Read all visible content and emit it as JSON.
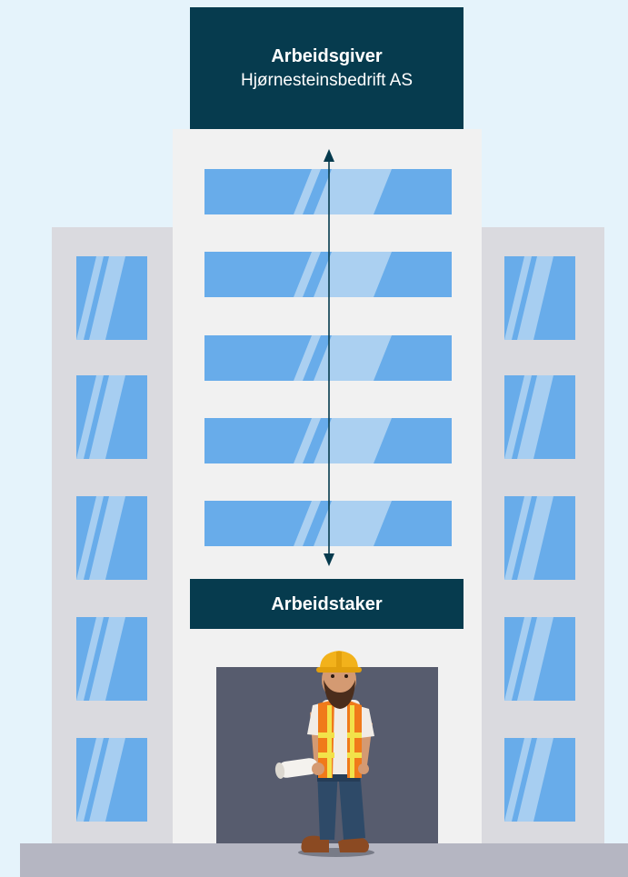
{
  "diagram": {
    "employer": {
      "title": "Arbeidsgiver",
      "subtitle": "Hjørnesteinsbedrift AS"
    },
    "employee": {
      "title": "Arbeidstaker"
    },
    "connector": "two-way-arrow",
    "colors": {
      "background": "#e5f3fb",
      "box": "#063b4e",
      "building_wall": "#f1f1f1",
      "wing_wall": "#dadadf",
      "window": "#68acea",
      "door": "#575c6e",
      "ground": "#b5b6c2"
    },
    "icons": [
      "office-building-illustration",
      "construction-worker-illustration"
    ]
  }
}
